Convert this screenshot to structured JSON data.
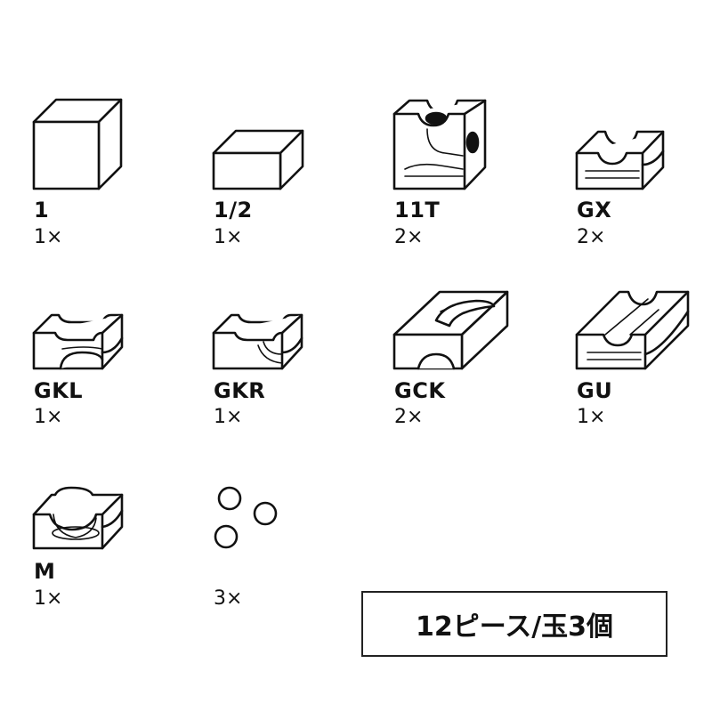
{
  "pieces": [
    {
      "code": "1",
      "count": "1×",
      "icon": "cube-block-icon"
    },
    {
      "code": "1/2",
      "count": "1×",
      "icon": "half-block-icon"
    },
    {
      "code": "11T",
      "count": "2×",
      "icon": "tunnel-block-icon"
    },
    {
      "code": "GX",
      "count": "2×",
      "icon": "cross-groove-block-icon"
    },
    {
      "code": "GKL",
      "count": "1×",
      "icon": "curve-left-block-icon"
    },
    {
      "code": "GKR",
      "count": "1×",
      "icon": "curve-right-block-icon"
    },
    {
      "code": "GCK",
      "count": "2×",
      "icon": "curve-ramp-block-icon"
    },
    {
      "code": "GU",
      "count": "1×",
      "icon": "u-turn-block-icon"
    },
    {
      "code": "M",
      "count": "1×",
      "icon": "basin-block-icon"
    },
    {
      "code": "",
      "count": "3×",
      "icon": "balls-icon"
    }
  ],
  "summary": "12ピース/玉3個"
}
